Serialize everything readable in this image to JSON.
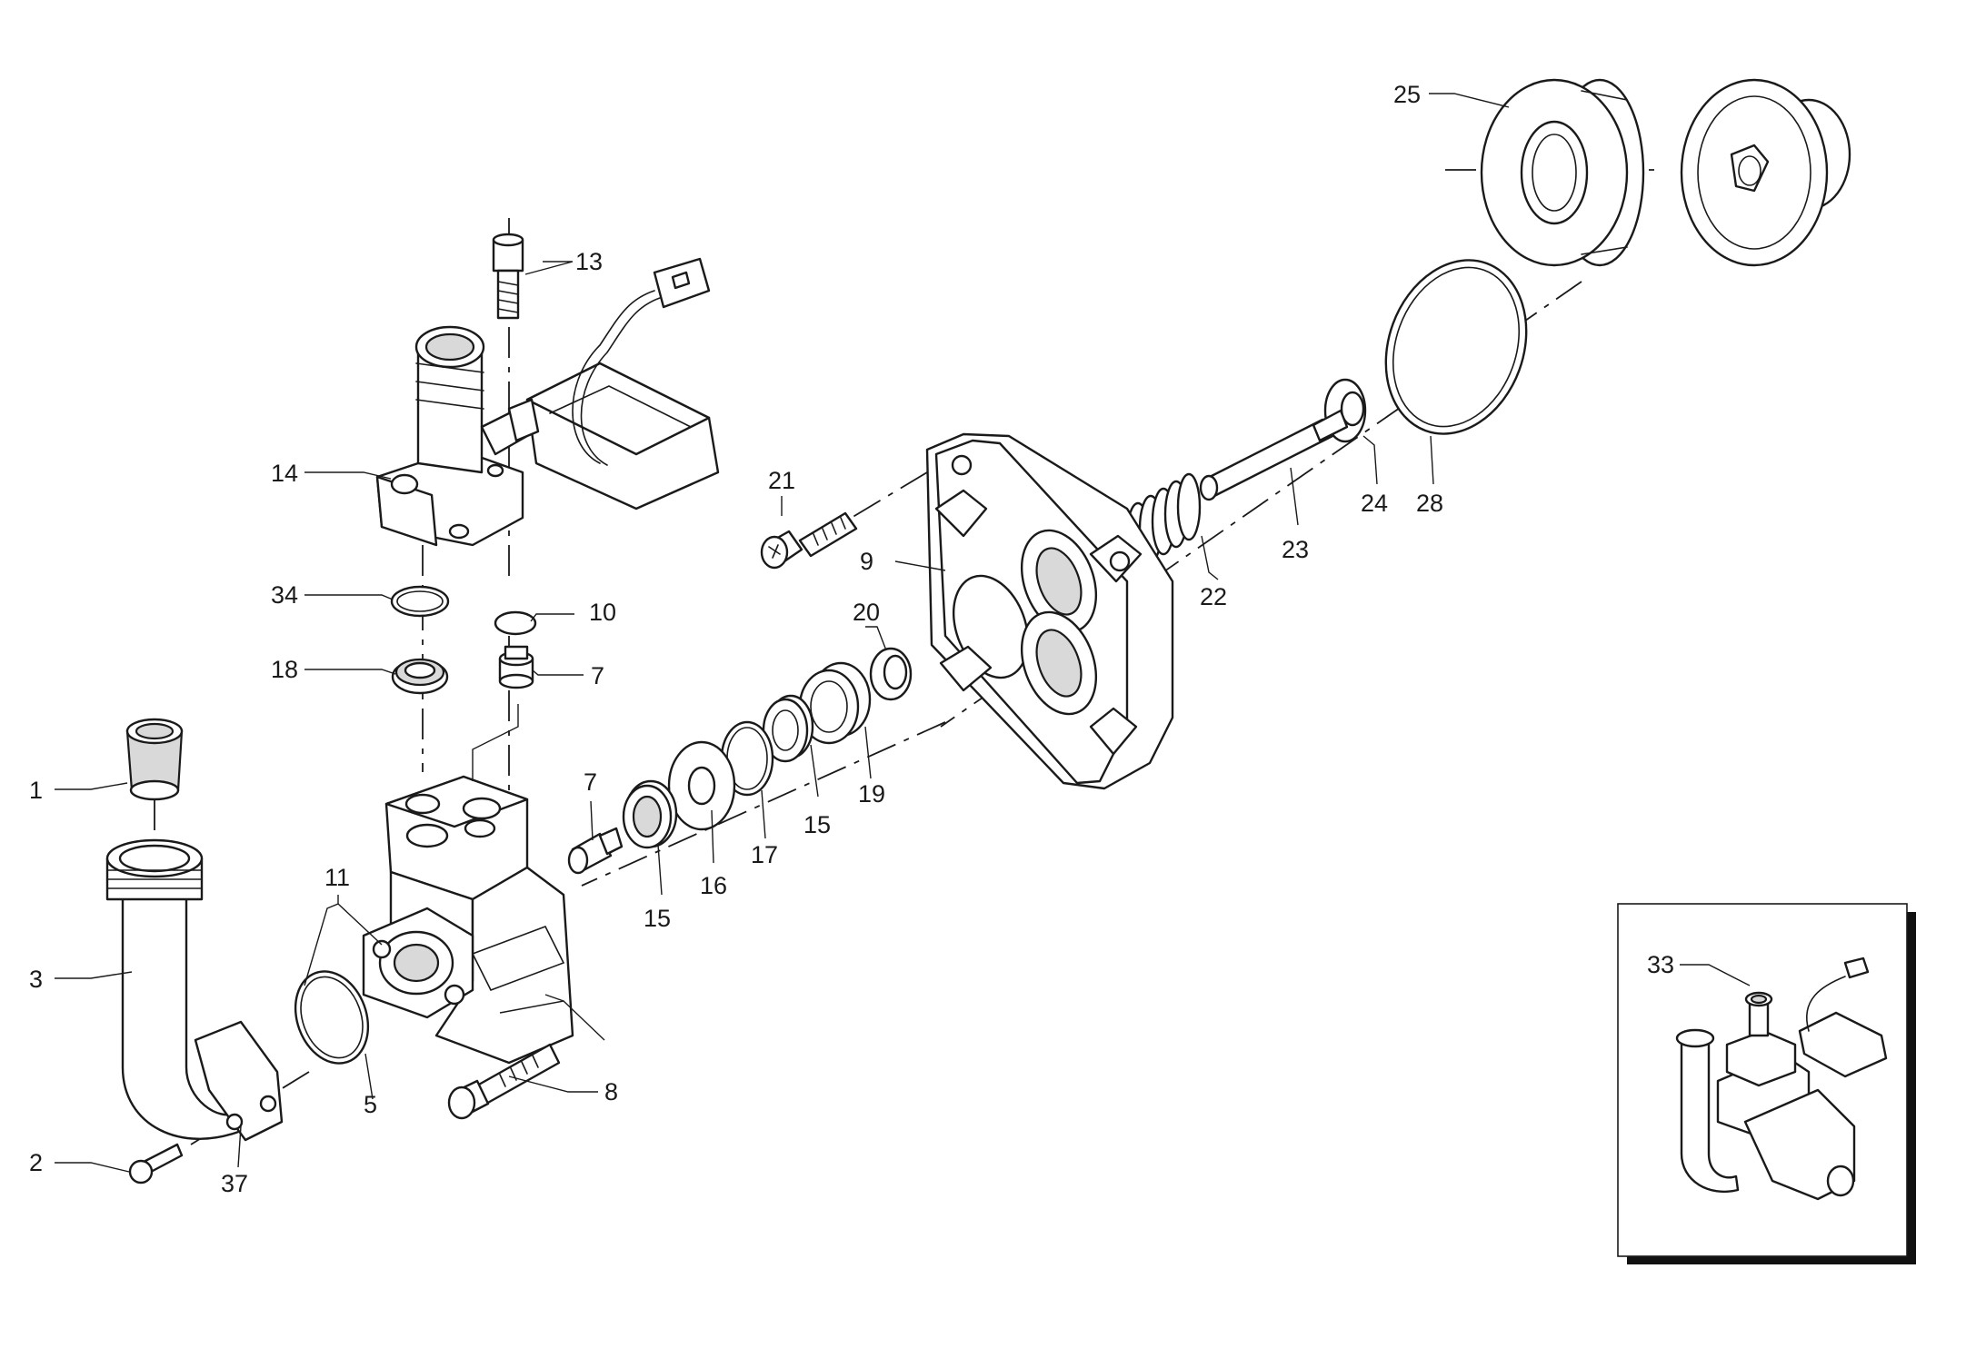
{
  "diagram": {
    "type": "exploded-parts-view",
    "labels": [
      "1",
      "2",
      "3",
      "5",
      "7",
      "7",
      "8",
      "9",
      "10",
      "11",
      "13",
      "14",
      "15",
      "15",
      "16",
      "17",
      "18",
      "19",
      "20",
      "21",
      "22",
      "23",
      "24",
      "25",
      "28",
      "33",
      "34",
      "37"
    ]
  }
}
